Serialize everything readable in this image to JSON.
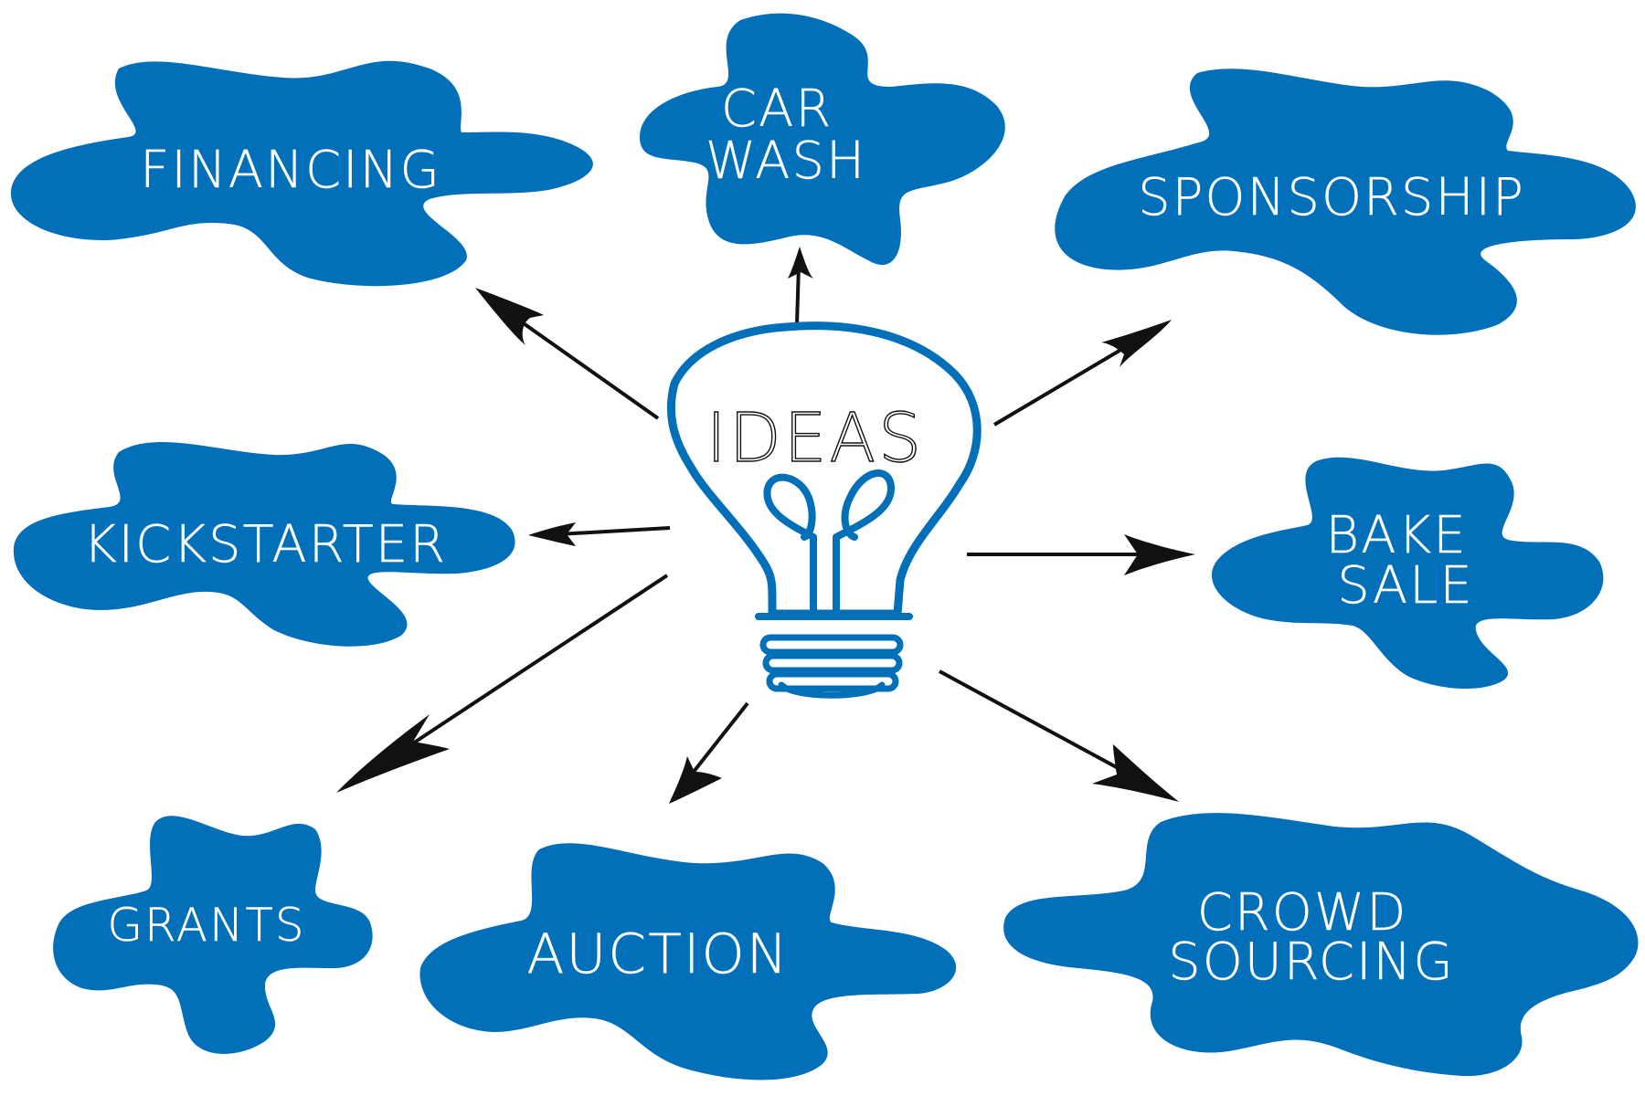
{
  "colors": {
    "blob": "#0270b9",
    "arrow": "#111111",
    "bulb": "#0270b9",
    "label": "#ffffff"
  },
  "center": {
    "label": "IDEAS",
    "icon": "lightbulb-icon"
  },
  "nodes": [
    {
      "id": "financing",
      "lines": [
        "FINANCING"
      ]
    },
    {
      "id": "car-wash",
      "lines": [
        "CAR",
        "WASH"
      ]
    },
    {
      "id": "sponsorship",
      "lines": [
        "SPONSORSHIP"
      ]
    },
    {
      "id": "kickstarter",
      "lines": [
        "KICKSTARTER"
      ]
    },
    {
      "id": "bake-sale",
      "lines": [
        "BAKE",
        "SALE"
      ]
    },
    {
      "id": "grants",
      "lines": [
        "GRANTS"
      ]
    },
    {
      "id": "auction",
      "lines": [
        "AUCTION"
      ]
    },
    {
      "id": "crowd-sourcing",
      "lines": [
        "CROWD",
        "SOURCING"
      ]
    }
  ]
}
